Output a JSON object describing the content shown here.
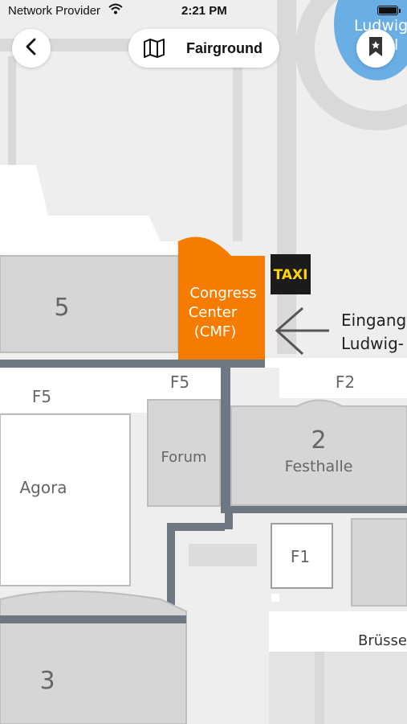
{
  "status_bar": {
    "carrier": "Network Provider",
    "time": "2:21 PM",
    "battery_level": 1.0
  },
  "header": {
    "back_icon": "chevron-left-icon",
    "venue_icon": "map-icon",
    "venue_label": "Fairground",
    "bookmark_icon": "bookmark-star-icon"
  },
  "map": {
    "halls": {
      "hall_5": "5",
      "hall_2": "2",
      "hall_2_name": "Festhalle",
      "hall_3": "3",
      "forum": "Forum",
      "agora": "Agora",
      "f1": "F1",
      "f2": "F2",
      "f5_left": "F5",
      "f5_center": "F5"
    },
    "congress_center": {
      "line1": "Congress",
      "line2": "Center",
      "line3": "(CMF)",
      "color": "#f57c00"
    },
    "taxi_label": "TAXI",
    "entrance": {
      "line1": "Eingang",
      "line2": "Ludwig-"
    },
    "street_partial": "Brüsse",
    "top_right_partial": {
      "line1": "Ludwig",
      "line2": "nl"
    },
    "colors": {
      "building": "#d6d6d6",
      "road": "#6e7882",
      "water": "#6aaee6",
      "background": "#eeeeee"
    }
  }
}
